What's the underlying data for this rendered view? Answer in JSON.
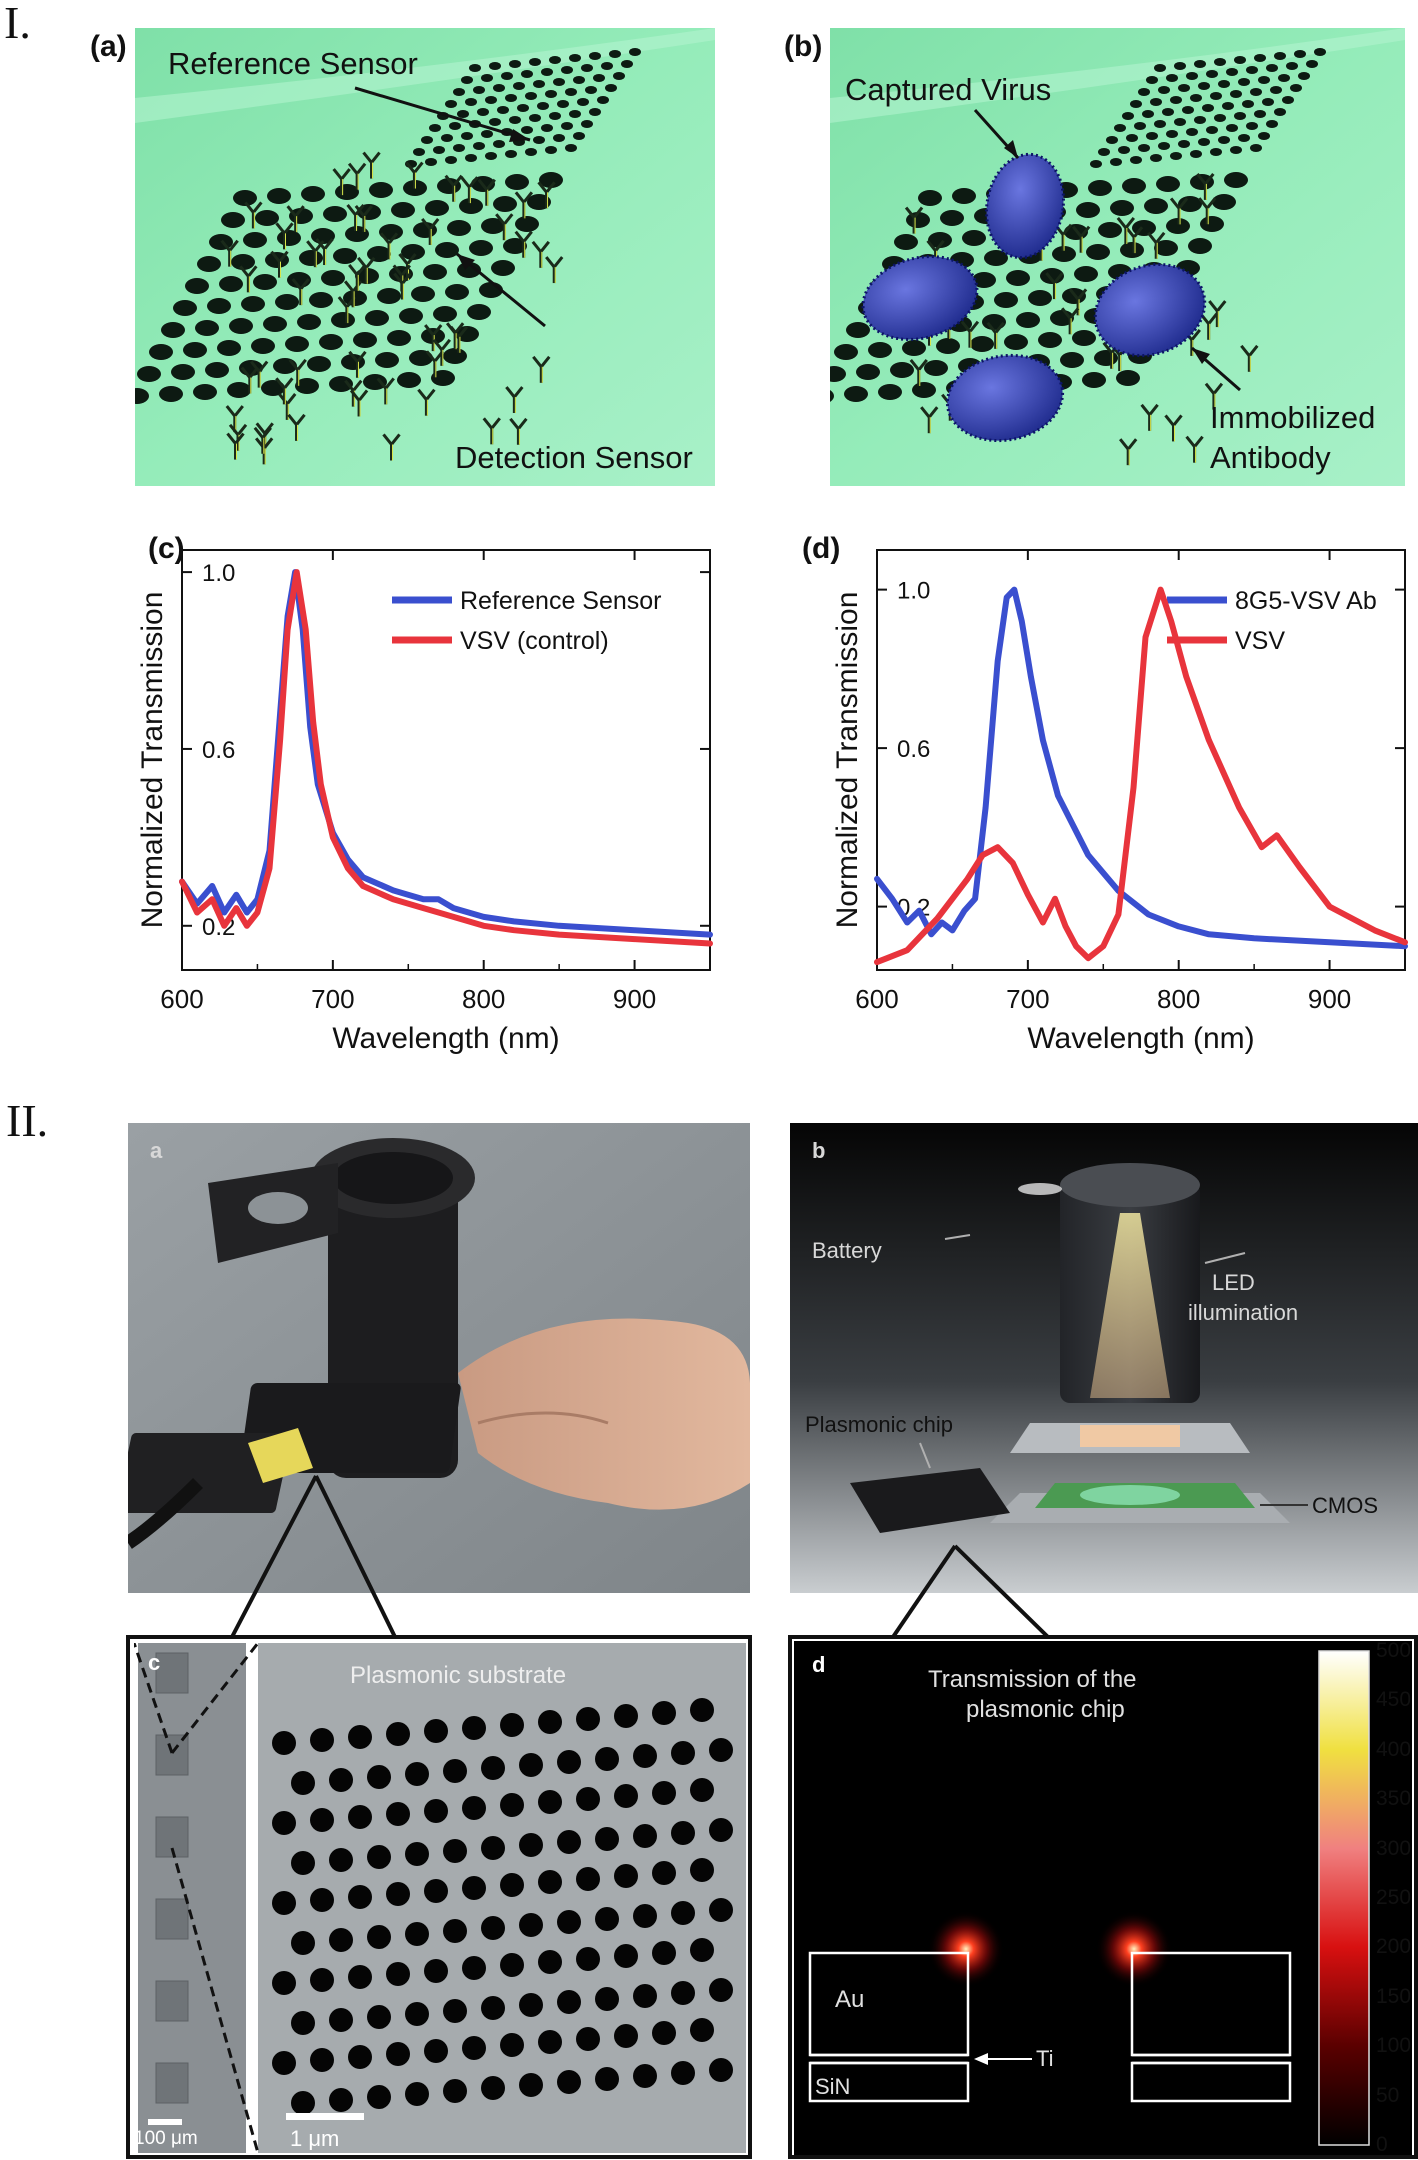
{
  "section_labels": [
    "I.",
    "II."
  ],
  "panel_a": {
    "letter": "(a)",
    "reference_label": "Reference Sensor",
    "detection_label": "Detection Sensor"
  },
  "panel_b": {
    "letter": "(b)",
    "virus_label": "Captured Virus",
    "antibody_label_line1": "Immobilized",
    "antibody_label_line2": "Antibody"
  },
  "colors": {
    "series_blue": "#3a4fcf",
    "series_red": "#e8343c",
    "render_green": "#8fe9b5"
  },
  "chart_data": [
    {
      "type": "line",
      "panel_letter": "(c)",
      "xlabel": "Wavelength (nm)",
      "ylabel": "Normalized Transmission",
      "xlim": [
        600,
        950
      ],
      "ylim": [
        0.1,
        1.05
      ],
      "xticks": [
        600,
        700,
        800,
        900
      ],
      "yticks": [
        0.2,
        0.6,
        1.0
      ],
      "ytick_labels": [
        "0.2",
        "0.6",
        "1.0"
      ],
      "legend": "top-right",
      "grid": false,
      "series": [
        {
          "name": "Reference Sensor",
          "color": "#3a4fcf",
          "x": [
            600,
            610,
            620,
            628,
            636,
            643,
            650,
            658,
            665,
            670,
            675,
            680,
            685,
            690,
            700,
            710,
            720,
            740,
            760,
            770,
            780,
            800,
            820,
            850,
            900,
            950
          ],
          "y": [
            0.3,
            0.25,
            0.29,
            0.23,
            0.27,
            0.23,
            0.26,
            0.37,
            0.68,
            0.9,
            1.0,
            0.87,
            0.65,
            0.52,
            0.41,
            0.35,
            0.31,
            0.28,
            0.26,
            0.26,
            0.24,
            0.22,
            0.21,
            0.2,
            0.19,
            0.18
          ]
        },
        {
          "name": "VSV  (control)",
          "color": "#e8343c",
          "x": [
            600,
            610,
            620,
            628,
            636,
            643,
            650,
            658,
            665,
            670,
            676,
            682,
            687,
            692,
            700,
            710,
            720,
            740,
            760,
            770,
            780,
            800,
            820,
            850,
            900,
            950
          ],
          "y": [
            0.3,
            0.23,
            0.26,
            0.2,
            0.24,
            0.2,
            0.23,
            0.33,
            0.62,
            0.87,
            1.0,
            0.87,
            0.66,
            0.52,
            0.4,
            0.33,
            0.29,
            0.26,
            0.24,
            0.23,
            0.22,
            0.2,
            0.19,
            0.18,
            0.17,
            0.16
          ]
        }
      ]
    },
    {
      "type": "line",
      "panel_letter": "(d)",
      "xlabel": "Wavelength (nm)",
      "ylabel": "Normalized Transmission",
      "xlim": [
        600,
        950
      ],
      "ylim": [
        0.04,
        1.1
      ],
      "xticks": [
        600,
        700,
        800,
        900
      ],
      "yticks": [
        0.2,
        0.6,
        1.0
      ],
      "ytick_labels": [
        "0.2",
        "0.6",
        "1.0"
      ],
      "legend": "top-right",
      "grid": false,
      "series": [
        {
          "name": "8G5-VSV Ab",
          "color": "#3a4fcf",
          "x": [
            600,
            610,
            620,
            628,
            636,
            643,
            650,
            658,
            665,
            672,
            680,
            686,
            691,
            696,
            702,
            710,
            720,
            740,
            760,
            780,
            800,
            820,
            850,
            900,
            950
          ],
          "y": [
            0.27,
            0.22,
            0.16,
            0.19,
            0.13,
            0.16,
            0.14,
            0.19,
            0.22,
            0.45,
            0.82,
            0.98,
            1.0,
            0.92,
            0.78,
            0.62,
            0.48,
            0.33,
            0.24,
            0.18,
            0.15,
            0.13,
            0.12,
            0.11,
            0.1
          ]
        },
        {
          "name": "VSV",
          "color": "#e8343c",
          "x": [
            600,
            620,
            640,
            660,
            670,
            680,
            690,
            700,
            710,
            718,
            725,
            732,
            740,
            750,
            760,
            770,
            778,
            788,
            795,
            805,
            820,
            840,
            855,
            865,
            880,
            900,
            930,
            950
          ],
          "y": [
            0.06,
            0.09,
            0.17,
            0.27,
            0.33,
            0.35,
            0.31,
            0.23,
            0.16,
            0.22,
            0.15,
            0.1,
            0.07,
            0.1,
            0.18,
            0.5,
            0.88,
            1.0,
            0.92,
            0.78,
            0.62,
            0.45,
            0.35,
            0.38,
            0.3,
            0.2,
            0.14,
            0.11
          ]
        }
      ]
    }
  ],
  "photo_a": {
    "letter": "a"
  },
  "render_b": {
    "letter": "b",
    "battery": "Battery",
    "led_line1": "LED",
    "led_line2": "illumination",
    "plasmonic_chip": "Plasmonic chip",
    "cmos": "CMOS"
  },
  "sem_c": {
    "letter": "c",
    "substrate_label": "Plasmonic substrate",
    "scale_small": "100 μm",
    "scale_large": "1 μm"
  },
  "sim_d": {
    "letter": "d",
    "title_line1": "Transmission of the",
    "title_line2": "plasmonic chip",
    "au": "Au",
    "ti": "Ti",
    "sin": "SiN",
    "colorbar_ticks": [
      "500",
      "450",
      "400",
      "350",
      "300",
      "250",
      "200",
      "150",
      "100",
      "50",
      "0"
    ]
  }
}
